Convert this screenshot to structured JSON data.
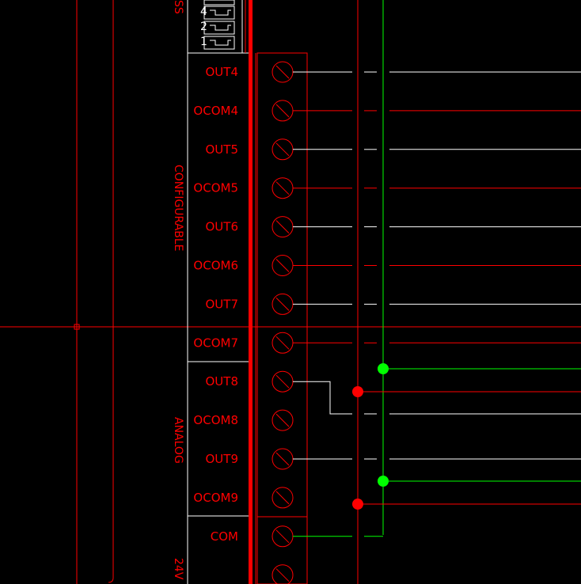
{
  "colors": {
    "background": "#000000",
    "red": "#ff0000",
    "white": "#ffffff",
    "green": "#00ff00"
  },
  "group_labels": {
    "top_partial": "SS",
    "configurable": "CONFIGURABLE",
    "analog": "ANALOG",
    "power_partial": "24V"
  },
  "dip_switch_positions": [
    "4",
    "2",
    "1"
  ],
  "terminals": [
    {
      "label": "OUT4",
      "wire": "white"
    },
    {
      "label": "OCOM4",
      "wire": "red"
    },
    {
      "label": "OUT5",
      "wire": "white"
    },
    {
      "label": "OCOM5",
      "wire": "red"
    },
    {
      "label": "OUT6",
      "wire": "white"
    },
    {
      "label": "OCOM6",
      "wire": "red"
    },
    {
      "label": "OUT7",
      "wire": "white"
    },
    {
      "label": "OCOM7",
      "wire": "red"
    },
    {
      "label": "OUT8",
      "wire": "white"
    },
    {
      "label": "OCOM8",
      "wire": "none"
    },
    {
      "label": "OUT9",
      "wire": "white"
    },
    {
      "label": "OCOM9",
      "wire": "none"
    },
    {
      "label": "COM",
      "wire": "green"
    },
    {
      "label": "",
      "wire": "none"
    }
  ],
  "junction_dots": [
    {
      "color": "green",
      "count": 2
    },
    {
      "color": "red",
      "count": 2
    }
  ]
}
